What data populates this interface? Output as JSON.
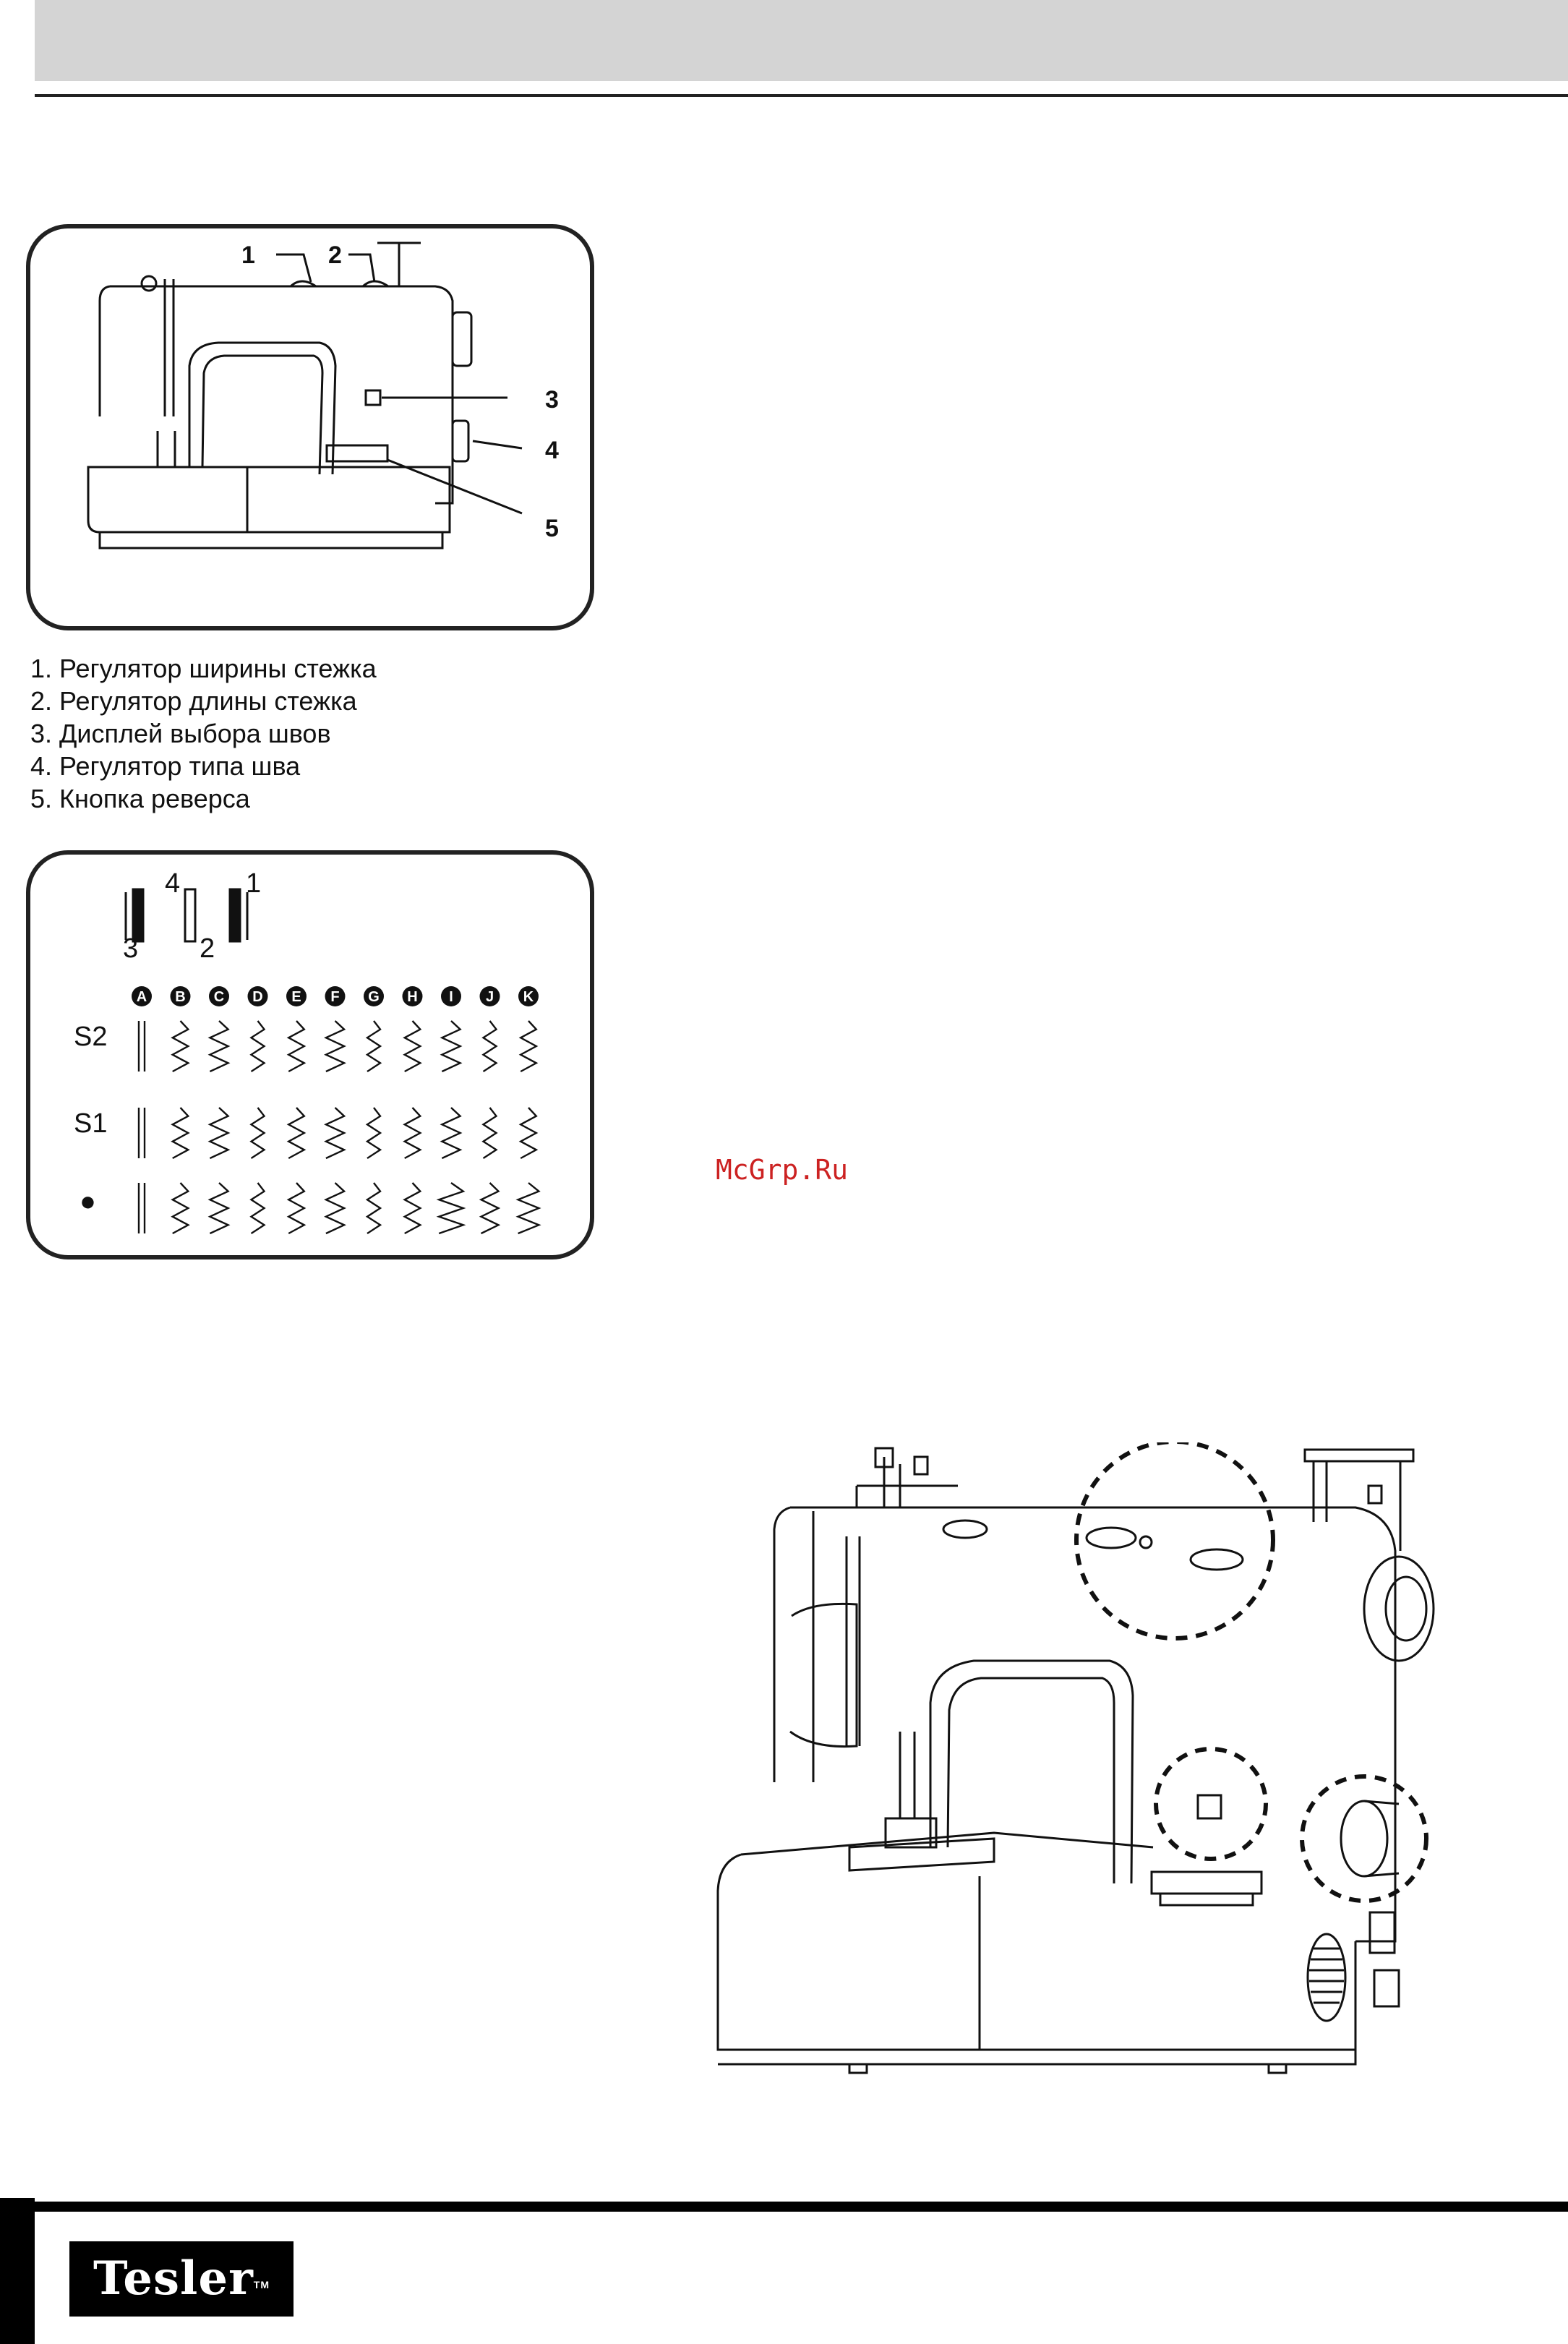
{
  "machine_callouts": [
    "1",
    "2",
    "3",
    "4",
    "5"
  ],
  "legend": [
    "1. Регулятор ширины стежка",
    "2. Регулятор длины стежка",
    "3. Дисплей выбора швов",
    "4. Регулятор типа шва",
    "5. Кнопка реверса"
  ],
  "stitch_display": {
    "indicator_numbers": [
      "4",
      "3",
      "2",
      "1"
    ],
    "columns": [
      "A",
      "B",
      "C",
      "D",
      "E",
      "F",
      "G",
      "H",
      "I",
      "J",
      "K"
    ],
    "rows": [
      "S2",
      "S1"
    ],
    "dot_row_marker": "●"
  },
  "watermark": "McGrp.Ru",
  "logo": {
    "text": "Tesler",
    "tm": "TM"
  }
}
